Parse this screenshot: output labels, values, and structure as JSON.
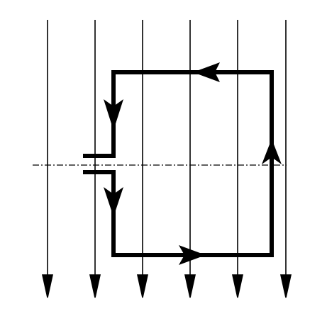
{
  "diagram": {
    "field_lines": {
      "count": 6,
      "direction": "down",
      "color": "#000000"
    },
    "axis_line": {
      "style": "dash-dot",
      "orientation": "horizontal",
      "color": "#000000"
    },
    "loop": {
      "shape": "rectangle",
      "current_direction": "counterclockwise",
      "has_terminal_gap": true,
      "gap_side": "left",
      "color": "#000000"
    },
    "arrows": [
      {
        "segment": "top",
        "points": "left"
      },
      {
        "segment": "left-upper",
        "points": "down"
      },
      {
        "segment": "left-lower",
        "points": "down"
      },
      {
        "segment": "bottom",
        "points": "right"
      },
      {
        "segment": "right",
        "points": "up"
      }
    ]
  }
}
